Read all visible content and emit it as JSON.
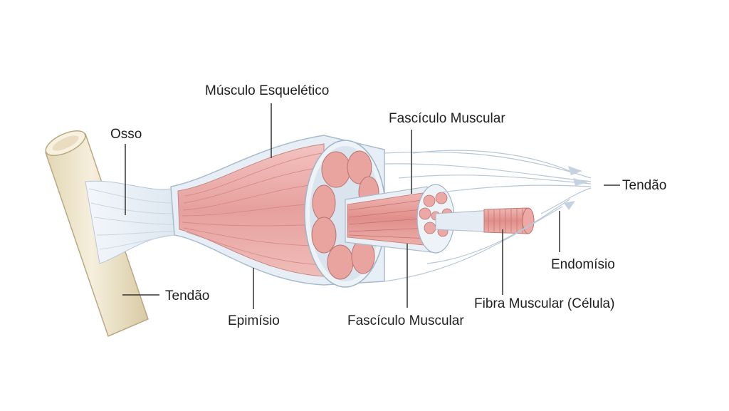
{
  "labels": {
    "musculo_esqueletico": "Músculo Esquelético",
    "osso": "Osso",
    "fasciculo_muscular_top": "Fascículo Muscular",
    "tendao_right": "Tendão",
    "tendao_left": "Tendão",
    "epimisio": "Epimísio",
    "fasciculo_muscular_bottom": "Fascículo Muscular",
    "endomisio": "Endomísio",
    "fibra_muscular": "Fibra Muscular (Célula)"
  },
  "colors": {
    "muscle": "#e9a3a0",
    "muscle_dark": "#c97070",
    "sheath": "#dfe8f1",
    "tendon": "#eef3f8",
    "bone": "#efe6cf",
    "leader": "#333333"
  }
}
